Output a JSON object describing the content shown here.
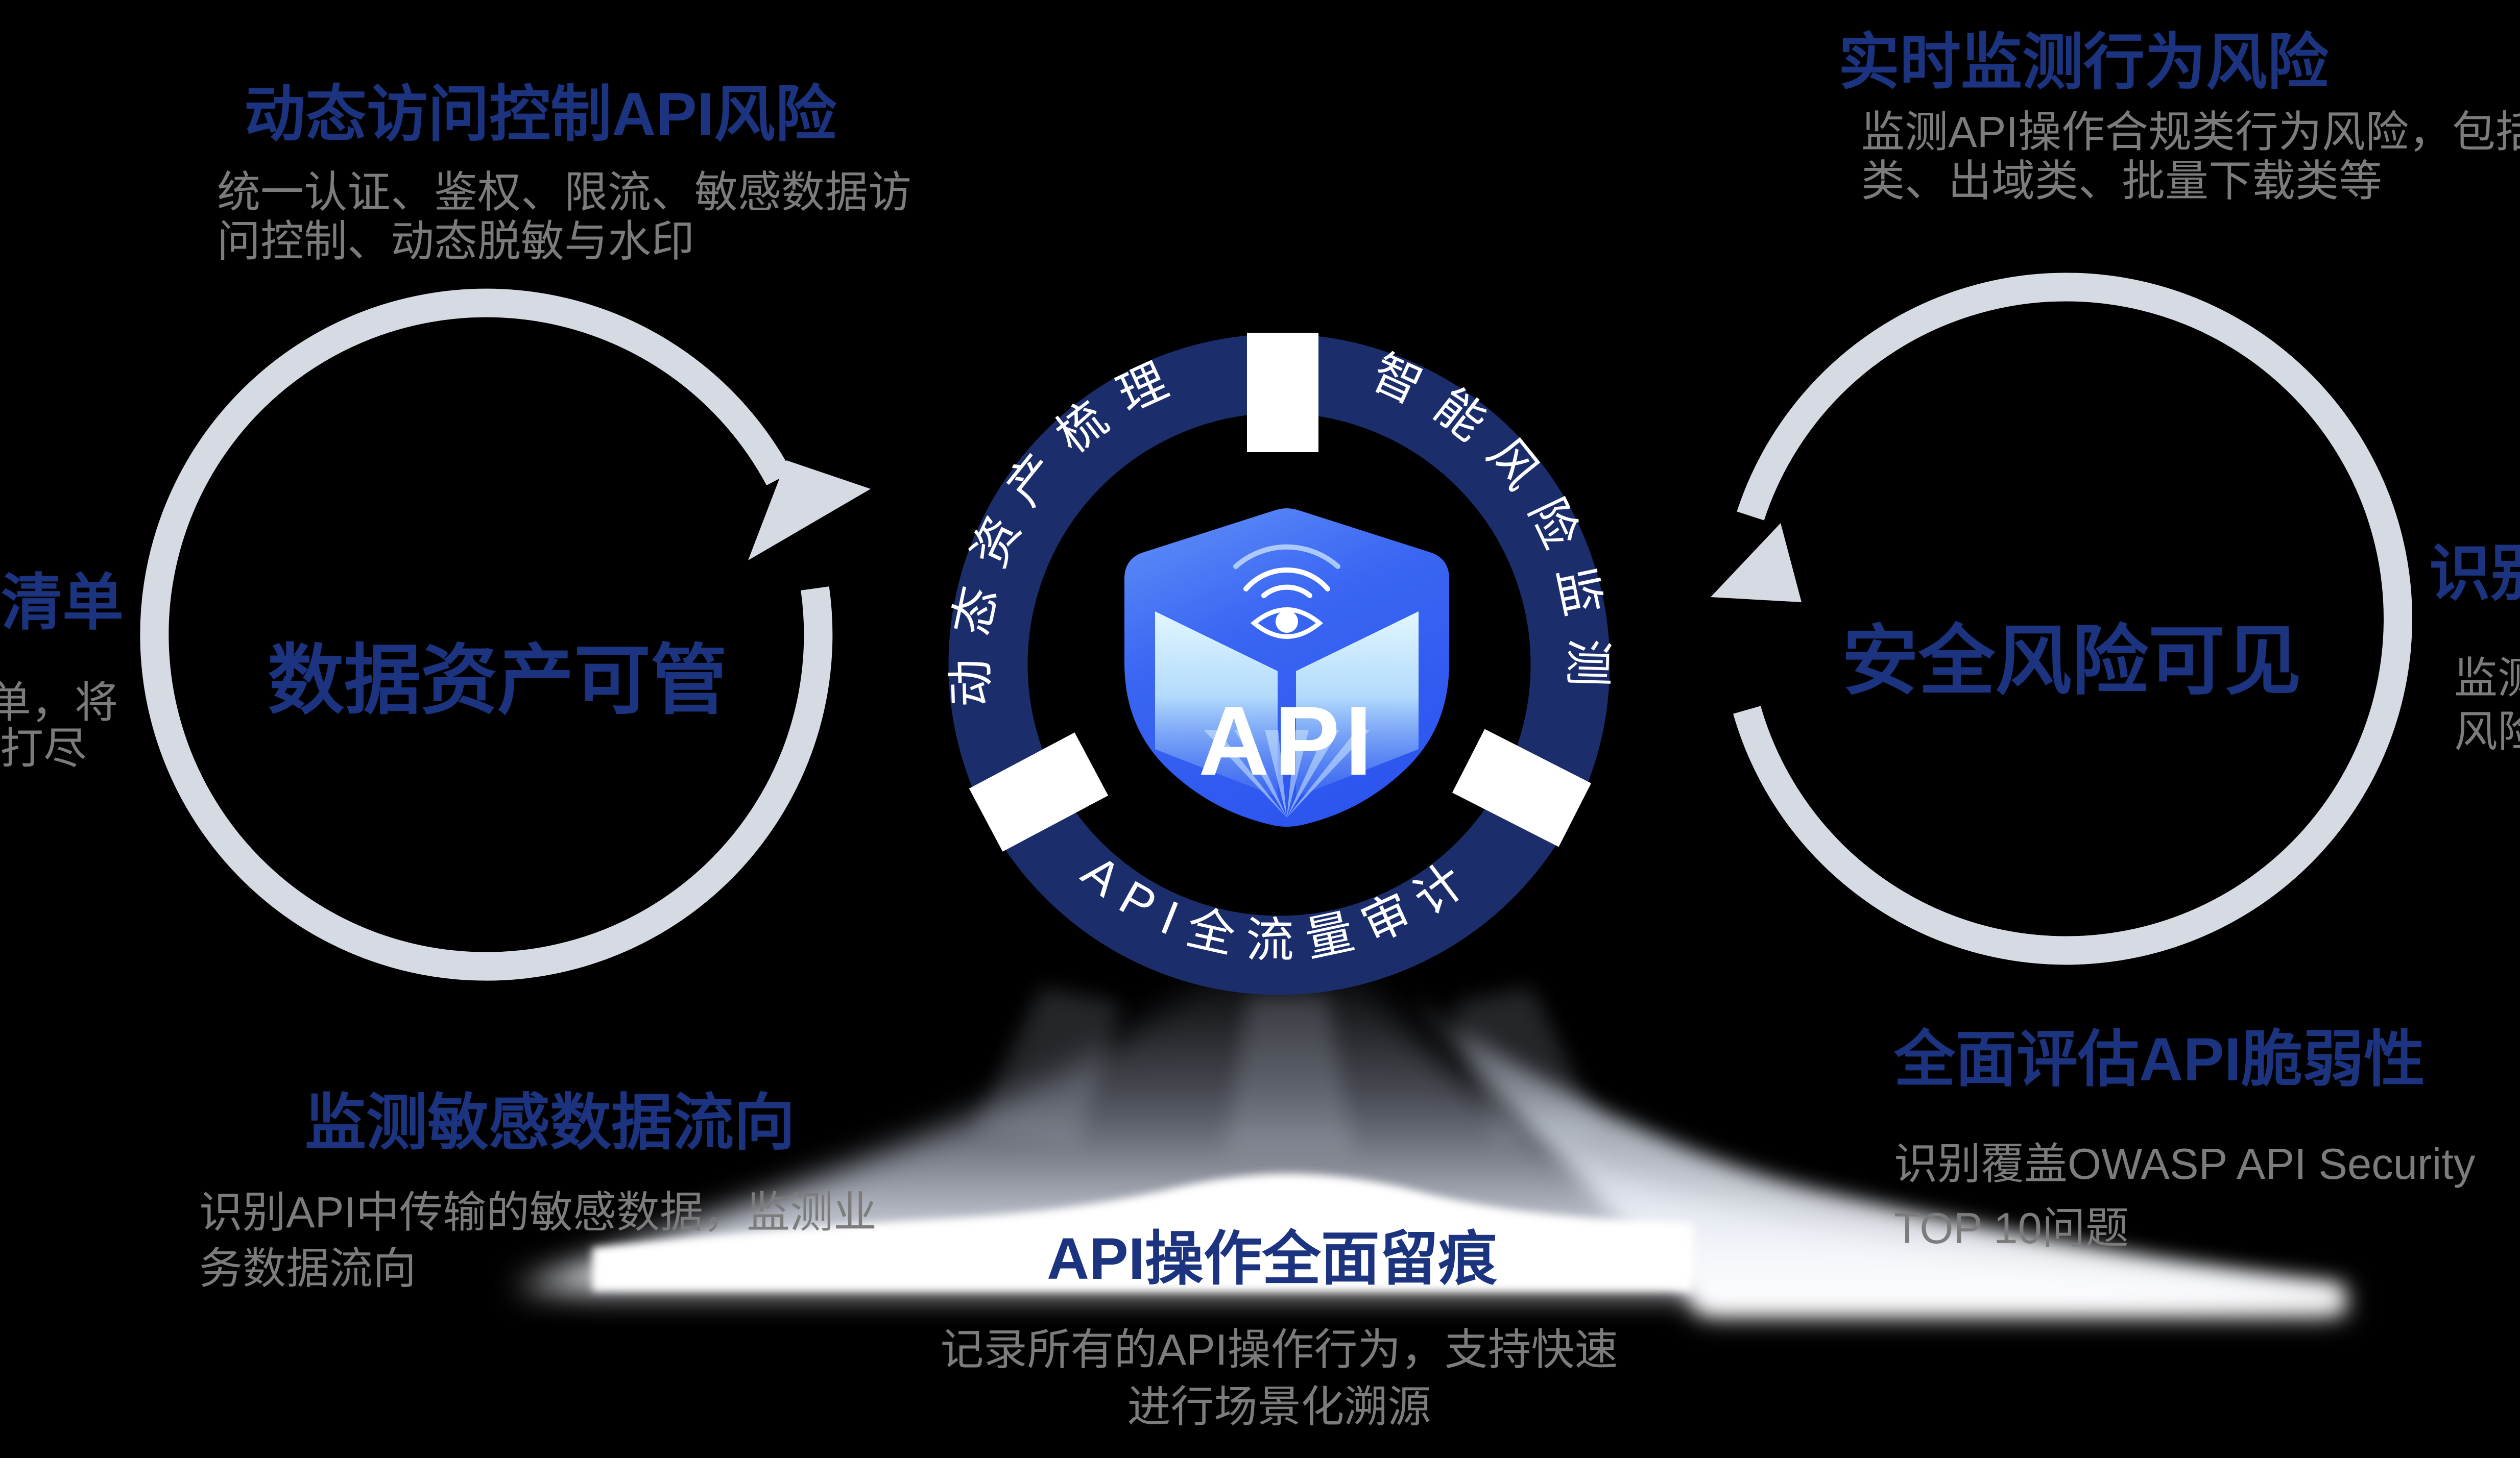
{
  "colors": {
    "background": "#000000",
    "heading_navy": "#1c3480",
    "body_gray": "#7c7c7c",
    "ring_navy": "#1b2e6b",
    "circle_gray": "#d6dae3",
    "band_white": "#ffffff",
    "shield_blue": "#3a66f3"
  },
  "top_left": {
    "heading": "动态访问控制API风险",
    "body": [
      "统一认证、鉴权、限流、敏感数据访",
      "问控制、动态脱敏与水印"
    ]
  },
  "top_right": {
    "heading": "实时监测行为风险",
    "body": [
      "监测API操作合规类行为风险，包括",
      "类、出域类、批量下载类等"
    ]
  },
  "left_edge": {
    "heading_fragment": "清单",
    "body_fragments": [
      "单，将",
      "打尽"
    ]
  },
  "right_edge": {
    "heading_fragment": "识别",
    "body_fragments": [
      "监测",
      "风险"
    ]
  },
  "left_circle": {
    "label": "数据资产可管"
  },
  "right_circle": {
    "label": "安全风险可见"
  },
  "ring": {
    "label_top_left": "动态资产梳理",
    "label_top_right": "智能风险监测",
    "label_bottom": "API全流量审计",
    "shield_label": "API"
  },
  "bottom_left": {
    "heading": "监测敏感数据流向",
    "body": [
      "识别API中传输的敏感数据，监测业",
      "务数据流向"
    ]
  },
  "bottom_center": {
    "heading": "API操作全面留痕",
    "body": [
      "记录所有的API操作行为，支持快速",
      "进行场景化溯源"
    ]
  },
  "bottom_right": {
    "heading": "全面评估API脆弱性",
    "body": [
      "识别覆盖OWASP API Security",
      "TOP 10问题"
    ]
  }
}
